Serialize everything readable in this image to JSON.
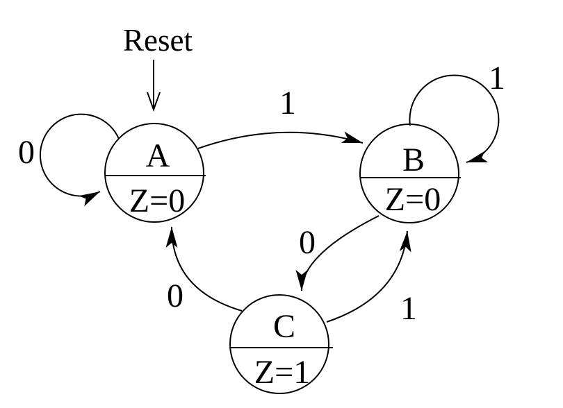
{
  "diagram": {
    "type": "moore-state-diagram",
    "background_color": "#ffffff",
    "line_color": "#000000",
    "reset": {
      "label": "Reset"
    },
    "states": [
      {
        "name": "A",
        "output": "Z=0"
      },
      {
        "name": "B",
        "output": "Z=0"
      },
      {
        "name": "C",
        "output": "Z=1"
      }
    ],
    "transitions": [
      {
        "from": "A",
        "to": "A",
        "label": "0"
      },
      {
        "from": "A",
        "to": "B",
        "label": "1"
      },
      {
        "from": "B",
        "to": "B",
        "label": "1"
      },
      {
        "from": "B",
        "to": "C",
        "label": "0"
      },
      {
        "from": "C",
        "to": "B",
        "label": "1"
      },
      {
        "from": "C",
        "to": "A",
        "label": "0"
      }
    ]
  }
}
